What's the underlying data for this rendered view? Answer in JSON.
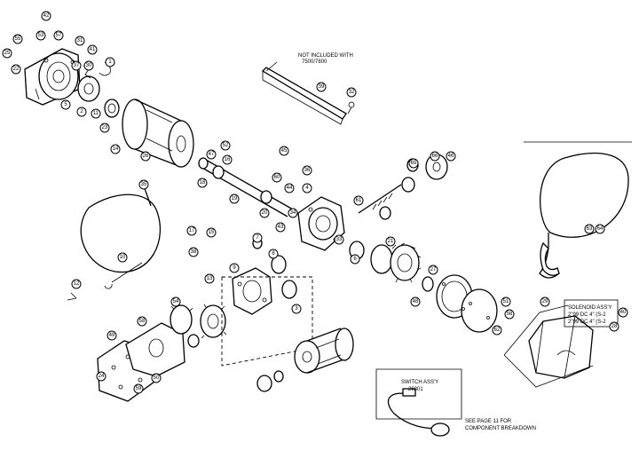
{
  "notes": {
    "not_included_line1": "NOT INCLUDED WITH",
    "not_included_line2": "7500/7800",
    "solenoid_line1": "SOLENOID ASS'Y",
    "solenoid_line2": "2\"99 DC 4\" (S-2",
    "solenoid_line3": "2\"99 DC 4\" (S-2",
    "switch_line1": "SWITCH ASS'Y",
    "switch_line2": "26301",
    "see_page_line1": "SEE PAGE 11 FOR",
    "see_page_line2": "COMPONENT BREAKDOWN"
  },
  "callouts": {
    "c1": "42",
    "c2": "55",
    "c3": "53",
    "c4": "57",
    "c5": "25",
    "c6": "31",
    "c7": "41",
    "c8": "1",
    "c9": "30",
    "c10": "37",
    "c11": "22",
    "c12": "5",
    "c13": "2",
    "c14": "11",
    "c15": "23",
    "c16": "14",
    "c17": "26",
    "c18": "39",
    "c19": "32",
    "c20": "45",
    "c21": "36",
    "c22": "52",
    "c23": "16",
    "c24": "47",
    "c25": "18",
    "c26": "19",
    "c27": "60",
    "c28": "44",
    "c29": "4",
    "c30": "20",
    "c31": "43",
    "c32": "34",
    "c33": "61",
    "c34": "65",
    "c35": "66",
    "c36": "46",
    "c37": "17",
    "c38": "15",
    "c39": "38",
    "c40": "7",
    "c41": "33",
    "c42": "6",
    "c43": "21",
    "c44": "13",
    "c45": "10",
    "c46": "35",
    "c47": "12",
    "c48": "9",
    "c49": "8",
    "c50": "3",
    "c51": "27",
    "c52": "48",
    "c53": "51",
    "c54": "56",
    "c55": "62",
    "c56": "29",
    "c57": "40",
    "c58": "28",
    "c59": "54",
    "c60": "58",
    "c61": "49",
    "c62": "24",
    "c63": "59",
    "c64": "50",
    "c65": "63",
    "c66": "64"
  }
}
